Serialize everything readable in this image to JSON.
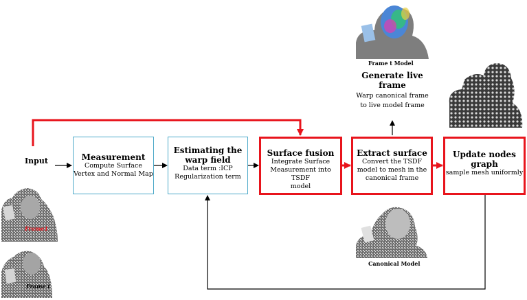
{
  "input_label": "Input",
  "boxes": {
    "measurement": {
      "title": "Measurement",
      "desc": [
        "Compute Surface",
        "Vertex and Normal Map"
      ]
    },
    "warp": {
      "title": [
        "Estimating the",
        "warp field"
      ],
      "desc": [
        "Data term :ICP",
        "Regularization term"
      ]
    },
    "fusion": {
      "title": "Surface fusion",
      "desc": [
        "Integrate Surface",
        "Measurement into TSDF",
        "model"
      ]
    },
    "extract": {
      "title": "Extract surface",
      "desc": [
        "Convert the TSDF",
        "model to mesh in the",
        "canonical frame"
      ]
    },
    "update": {
      "title": [
        "Update nodes",
        "graph"
      ],
      "desc": [
        "sample mesh uniformly"
      ]
    }
  },
  "generate": {
    "title": [
      "Generate live",
      "frame"
    ],
    "desc": [
      "Warp canonical frame",
      "to live model frame"
    ]
  },
  "captions": {
    "frame_t_model": "Frame t Model",
    "canonical_model": "Canonical Model",
    "frame1": "Frame1",
    "frame_t": "Frame t"
  },
  "colors": {
    "red": "#e8141c",
    "blue_box": "#4aa8c8",
    "black": "#000000"
  },
  "icons": {
    "frame_t_model": "colored-head-scan-icon",
    "canonical_model": "gray-head-scan-icon",
    "frame1": "depth-frame-1-icon",
    "frame_t": "depth-frame-t-icon",
    "node_graph": "node-graph-mesh-icon"
  }
}
